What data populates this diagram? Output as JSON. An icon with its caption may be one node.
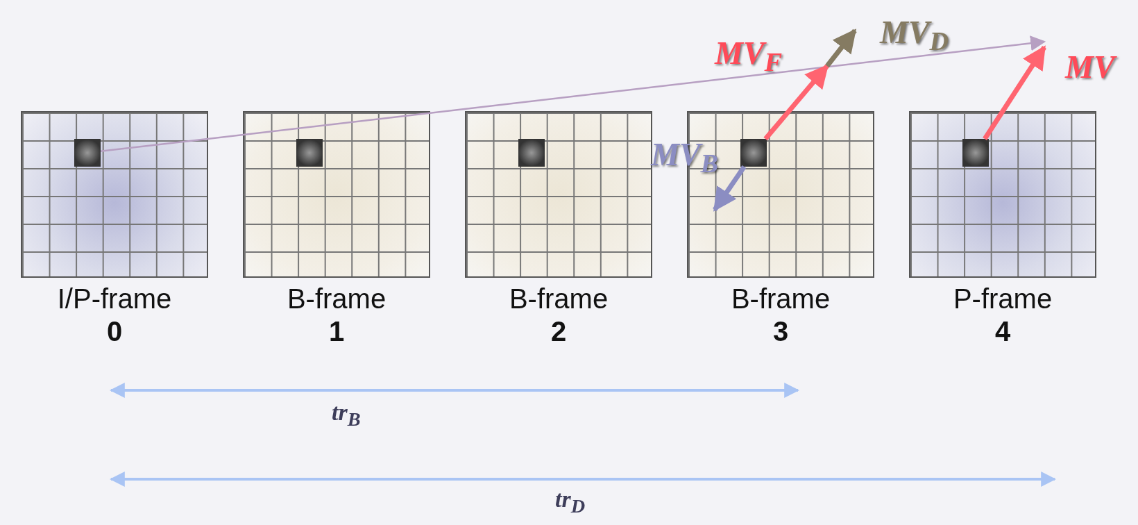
{
  "diagram": {
    "nodes": [
      {
        "text": [
          "I/P-frame",
          "0"
        ]
      },
      {
        "text": [],
        "shape": "box",
        "in": 0
      },
      {
        "text": [
          "B-frame",
          "1"
        ]
      },
      {
        "text": [],
        "shape": "box",
        "in": 2
      },
      {
        "text": [
          "B-frame",
          "2"
        ]
      },
      {
        "text": [],
        "shape": "box",
        "in": 4
      },
      {
        "text": [
          "B-frame",
          "3"
        ]
      },
      {
        "text": [],
        "shape": "box",
        "in": 6
      },
      {
        "text": [
          "P-frame",
          "4"
        ]
      },
      {
        "text": [],
        "shape": "box",
        "in": 8
      }
    ],
    "edges": [
      {
        "from": 1,
        "to": null,
        "arrow": "to",
        "color": "#b79fc2"
      },
      {
        "from": 7,
        "to": null,
        "arrow": "to",
        "color": "#ff6470"
      },
      {
        "from": 7,
        "to": null,
        "arrow": "to",
        "color": "#8b8dc2"
      },
      {
        "from": 9,
        "to": null,
        "arrow": "to",
        "color": "#ff6470"
      }
    ],
    "labels": [
      "MV$_{D}$",
      "MV$_{F}$",
      "MV",
      "MV$_{B}$",
      "tr$_{B}$",
      "tr$_{D}$"
    ]
  }
}
